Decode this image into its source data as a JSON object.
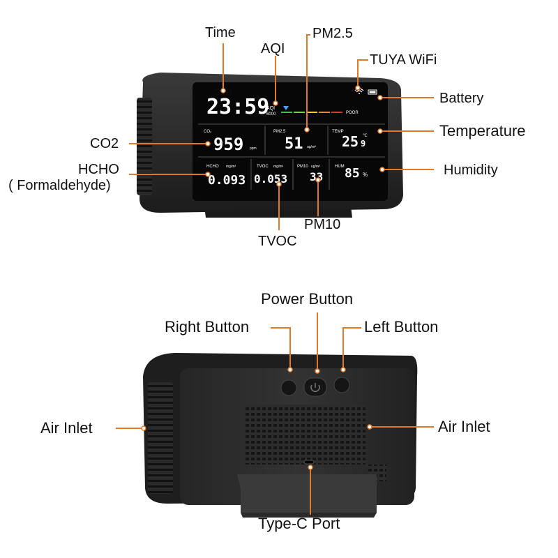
{
  "front": {
    "screen": {
      "time": "23:59",
      "aqi_label": "AQI",
      "aqi_sub": "6000",
      "poor": "POOR",
      "co2_label": "CO₂",
      "co2_value": "959",
      "co2_unit": "ppm",
      "pm25_label": "PM2.5",
      "pm25_value": "51",
      "pm25_unit": "ug/m³",
      "temp_label": "TEMP",
      "temp_value": "25",
      "temp_decimal": "9",
      "temp_unit": "℃",
      "hcho_label": "HCHO",
      "hcho_unit": "mg/m³",
      "hcho_value": "0.093",
      "tvoc_label": "TVOC",
      "tvoc_unit": "mg/m³",
      "tvoc_value": "0.053",
      "pm10_label": "PM10",
      "pm10_unit": "ug/m³",
      "pm10_value": "33",
      "hum_label": "HUM",
      "hum_value": "85",
      "hum_unit": "%"
    },
    "callouts": {
      "time": "Time",
      "aqi": "AQI",
      "pm25": "PM2.5",
      "tuya_wifi": "TUYA WiFi",
      "battery": "Battery",
      "temperature": "Temperature",
      "humidity": "Humidity",
      "co2": "CO2",
      "hcho": "HCHO",
      "formaldehyde": "( Formaldehyde)",
      "pm10": "PM10",
      "tvoc": "TVOC"
    }
  },
  "back": {
    "callouts": {
      "power_button": "Power Button",
      "right_button": "Right Button",
      "left_button": "Left Button",
      "air_inlet_left": "Air Inlet",
      "air_inlet_right": "Air Inlet",
      "type_c_port": "Type-C Port"
    }
  },
  "colors": {
    "callout_line": "#e07a2a",
    "device_body": "#2b2b2b",
    "screen": "#0a0a0a"
  }
}
